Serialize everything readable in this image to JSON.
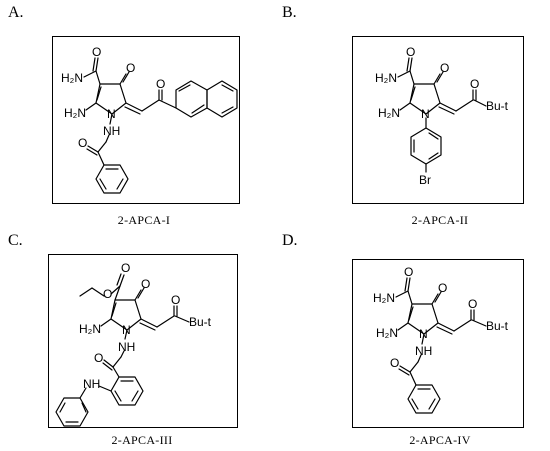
{
  "panels": [
    {
      "letter": "A.",
      "caption": "2-APCA-I",
      "labels": {
        "amide": "H₂N",
        "amide_o": "O",
        "ketone": "O",
        "amine": "H₂N",
        "n1": "N",
        "nh": "NH",
        "side_o": "O",
        "benz_o": "O"
      }
    },
    {
      "letter": "B.",
      "caption": "2-APCA-II",
      "labels": {
        "amide": "H₂N",
        "amide_o": "O",
        "ketone": "O",
        "amine": "H₂N",
        "n1": "N",
        "side_o": "O",
        "tbu": "Bu-t",
        "br": "Br"
      }
    },
    {
      "letter": "C.",
      "caption": "2-APCA-III",
      "labels": {
        "ester_o1": "O",
        "ester_o2": "O",
        "ketone": "O",
        "amine": "H₂N",
        "n1": "N",
        "nh": "NH",
        "side_o": "O",
        "tbu": "Bu-t",
        "benz_o": "O",
        "anil_nh": "NH"
      }
    },
    {
      "letter": "D.",
      "caption": "2-APCA-IV",
      "labels": {
        "amide": "H₂N",
        "amide_o": "O",
        "ketone": "O",
        "amine": "H₂N",
        "n1": "N",
        "nh": "NH",
        "side_o": "O",
        "tbu": "Bu-t",
        "benz_o": "O"
      }
    }
  ]
}
